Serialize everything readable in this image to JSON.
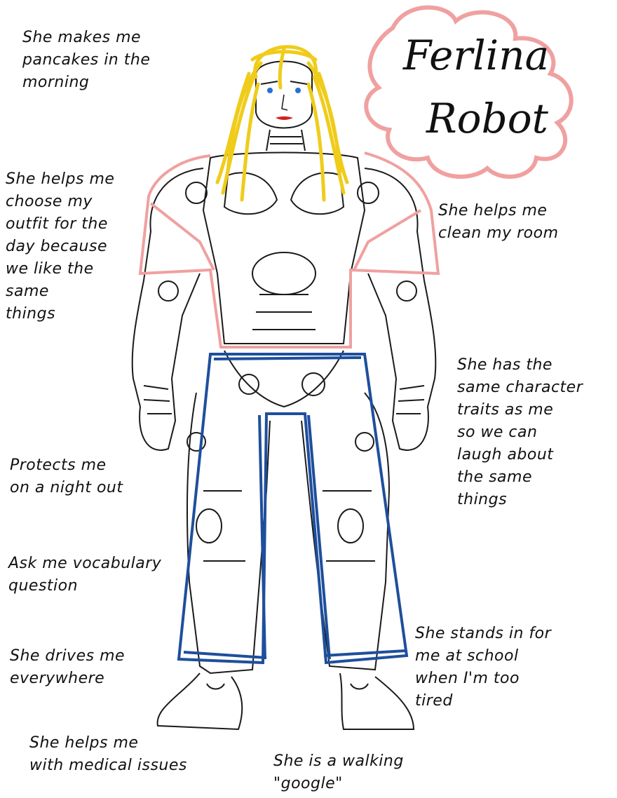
{
  "title": {
    "line1": "Ferlina",
    "line2": "Robot"
  },
  "notes": {
    "pancakes": "She makes me\npancakes in the\nmorning",
    "outfit": "She helps me\nchoose my\noutfit for the\nday because\nwe like the\nsame\nthings",
    "protects": "Protects me\non a night out",
    "vocabulary": "Ask me vocabulary\nquestion",
    "drives": "She drives me\neverywhere",
    "medical": "She helps me\nwith medical issues",
    "google": "She is a walking\n\"google\"",
    "clean": "She helps me\nclean my room",
    "traits": "She has the\nsame character\ntraits as me\nso we can\nlaugh about\nthe same\nthings",
    "school": "She stands in for\nme at school\nwhen I'm too\ntired"
  },
  "colors": {
    "line": "#1a1a1a",
    "hair": "#f0cc1a",
    "shirt": "#f0a0a0",
    "pants": "#1e4f9c",
    "cloud": "#f0a0a0",
    "eyes": "#2a6fd6",
    "lips": "#d42020"
  }
}
